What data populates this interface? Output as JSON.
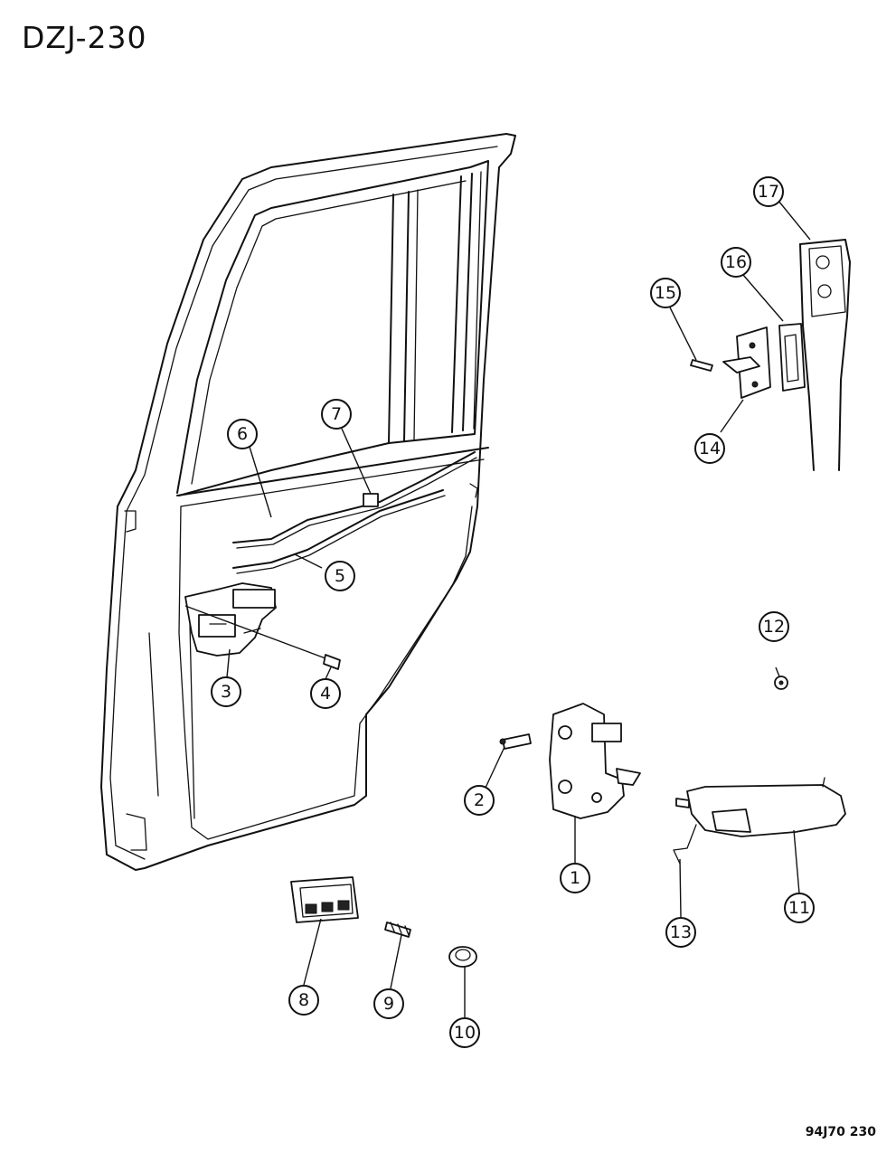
{
  "title": "DZJ-230",
  "figure_code": "94J70 230",
  "callouts": [
    {
      "num": "1"
    },
    {
      "num": "2"
    },
    {
      "num": "3"
    },
    {
      "num": "4"
    },
    {
      "num": "5"
    },
    {
      "num": "6"
    },
    {
      "num": "7"
    },
    {
      "num": "8"
    },
    {
      "num": "9"
    },
    {
      "num": "10"
    },
    {
      "num": "11"
    },
    {
      "num": "12"
    },
    {
      "num": "13"
    },
    {
      "num": "14"
    },
    {
      "num": "15"
    },
    {
      "num": "16"
    },
    {
      "num": "17"
    }
  ]
}
